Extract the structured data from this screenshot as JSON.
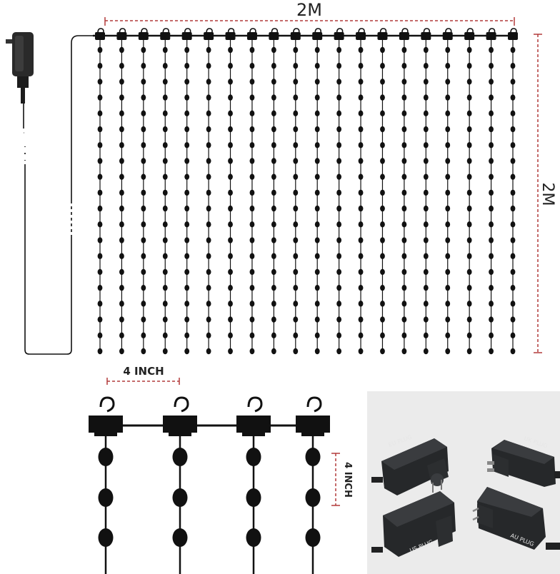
{
  "dimensions": {
    "width_label": "2M",
    "height_label": "2M",
    "spacing_label": "4 INCH",
    "drop_label": "4 INCH"
  },
  "product": {
    "strand_count": 20,
    "bulbs_per_strand": 20
  },
  "plugs": [
    {
      "label": "EU PLUG"
    },
    {
      "label": "UK PLUG"
    },
    {
      "label": "US PLUG"
    },
    {
      "label": "AU PLUG"
    }
  ],
  "colors": {
    "wire": "#111111",
    "dimension_line": "#b23a3a",
    "photo_bg": "#ebebeb",
    "adapter": "#202122"
  }
}
